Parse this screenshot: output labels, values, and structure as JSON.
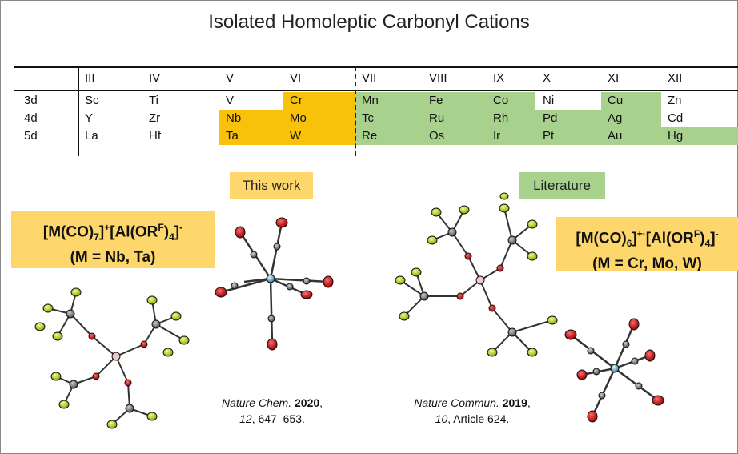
{
  "title": "Isolated Homoleptic Carbonyl Cations",
  "table": {
    "headers": [
      "III",
      "IV",
      "V",
      "VI",
      "VII",
      "VIII",
      "IX",
      "X",
      "XI",
      "XII"
    ],
    "rows": [
      {
        "label": "3d",
        "elements": [
          "Sc",
          "Ti",
          "V",
          "Cr",
          "Mn",
          "Fe",
          "Co",
          "Ni",
          "Cu",
          "Zn"
        ]
      },
      {
        "label": "4d",
        "elements": [
          "Y",
          "Zr",
          "Nb",
          "Mo",
          "Tc",
          "Ru",
          "Rh",
          "Pd",
          "Ag",
          "Cd"
        ]
      },
      {
        "label": "5d",
        "elements": [
          "La",
          "Hf",
          "Ta",
          "W",
          "Re",
          "Os",
          "Ir",
          "Pt",
          "Au",
          "Hg"
        ]
      }
    ]
  },
  "colors": {
    "this_work_highlight": "#f8c20a",
    "literature_highlight": "#a9d18e",
    "label_box_yellow": "#fdd76b"
  },
  "tags": {
    "this_work": "This work",
    "literature": "Literature"
  },
  "formulas": {
    "left_line1_a": "[M(CO)",
    "left_line1_sub1": "7",
    "left_line1_b": "]",
    "left_line1_sup1": "+",
    "left_line1_c": "[Al(OR",
    "left_line1_sup2": "F",
    "left_line1_d": ")",
    "left_line1_sub2": "4",
    "left_line1_e": "]",
    "left_line1_sup3": "-",
    "left_line2": "(M = Nb, Ta)",
    "right_line1_a": "[M(CO)",
    "right_line1_sub1": "6",
    "right_line1_b": "]",
    "right_line1_sup1": "+·",
    "right_line1_c": "[Al(OR",
    "right_line1_sup2": "F",
    "right_line1_d": ")",
    "right_line1_sub2": "4",
    "right_line1_e": "]",
    "right_line1_sup3": "-",
    "right_line2": "(M = Cr, Mo, W)"
  },
  "citations": {
    "left": {
      "journal": "Nature Chem.",
      "year": "2020",
      "volume": "12",
      "pages": ", 647–653."
    },
    "right": {
      "journal": "Nature Commun.",
      "year": "2019",
      "volume": "10",
      "pages": ", Article 624."
    }
  }
}
